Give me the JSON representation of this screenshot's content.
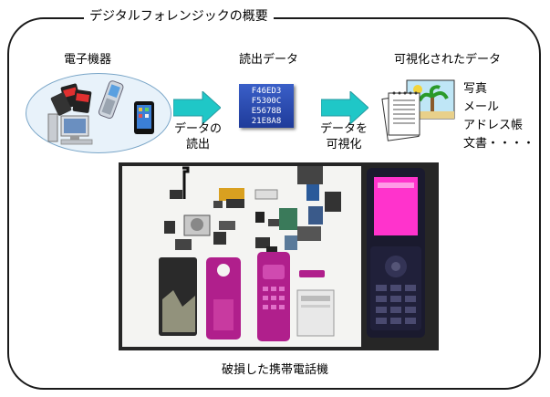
{
  "title": "デジタルフォレンジックの概要",
  "devices": {
    "label": "電子機器"
  },
  "read_data": {
    "label": "読出データ",
    "hex_lines": [
      "F46ED3",
      "F5300C",
      "E5678B",
      "21E8A8"
    ]
  },
  "visualized": {
    "label": "可視化されたデータ",
    "items": [
      "写真",
      "メール",
      "アドレス帳",
      "文書・・・・"
    ]
  },
  "arrows": {
    "read_line1": "データの",
    "read_line2": "読出",
    "vis_line1": "データを",
    "vis_line2": "可視化"
  },
  "photo_caption": "破損した携帯電話機",
  "colors": {
    "arrow": "#1fc7c7",
    "hexbox": "#2a4bb5",
    "phone_body": "#b01f8c",
    "phone_screen": "#ff33cc"
  }
}
